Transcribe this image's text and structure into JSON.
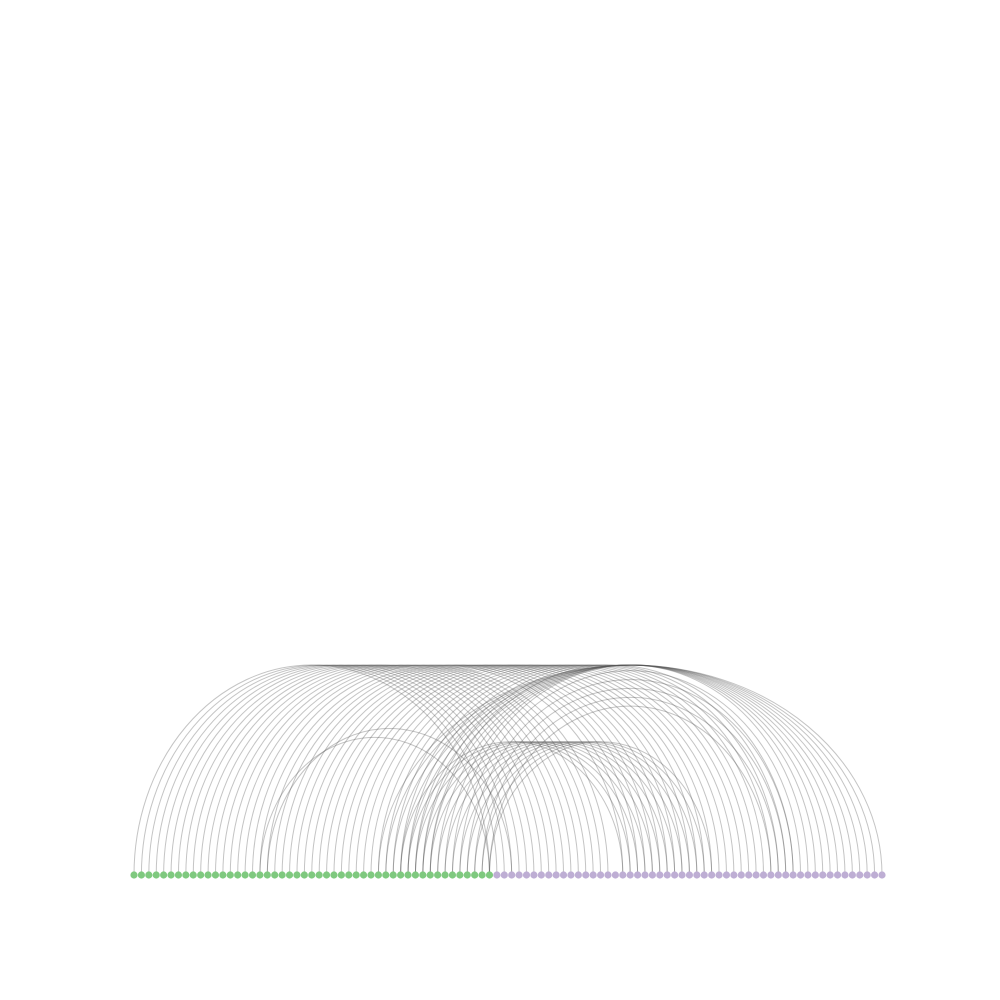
{
  "diagram": {
    "type": "arc",
    "node_count": 102,
    "groups": [
      {
        "name": "",
        "color": "#7fc97f",
        "first_index": 0,
        "last_index": 48
      },
      {
        "name": "",
        "color": "#beaed4",
        "first_index": 49,
        "last_index": 101
      }
    ],
    "edge_color": "#555555",
    "edges": [
      [
        0,
        48
      ],
      [
        1,
        49
      ],
      [
        2,
        50
      ],
      [
        3,
        51
      ],
      [
        4,
        52
      ],
      [
        5,
        53
      ],
      [
        6,
        54
      ],
      [
        7,
        55
      ],
      [
        8,
        56
      ],
      [
        9,
        57
      ],
      [
        10,
        58
      ],
      [
        11,
        59
      ],
      [
        12,
        60
      ],
      [
        13,
        61
      ],
      [
        14,
        62
      ],
      [
        15,
        63
      ],
      [
        16,
        64
      ],
      [
        17,
        48
      ],
      [
        18,
        51
      ],
      [
        17,
        66
      ],
      [
        18,
        67
      ],
      [
        19,
        68
      ],
      [
        20,
        69
      ],
      [
        21,
        70
      ],
      [
        22,
        71
      ],
      [
        23,
        72
      ],
      [
        24,
        73
      ],
      [
        25,
        74
      ],
      [
        26,
        75
      ],
      [
        27,
        76
      ],
      [
        28,
        77
      ],
      [
        29,
        78
      ],
      [
        30,
        79
      ],
      [
        31,
        80
      ],
      [
        32,
        81
      ],
      [
        33,
        82
      ],
      [
        34,
        83
      ],
      [
        35,
        84
      ],
      [
        36,
        85
      ],
      [
        37,
        86
      ],
      [
        38,
        87
      ],
      [
        39,
        88
      ],
      [
        40,
        89
      ],
      [
        33,
        101
      ],
      [
        34,
        100
      ],
      [
        35,
        99
      ],
      [
        36,
        98
      ],
      [
        37,
        97
      ],
      [
        38,
        96
      ],
      [
        39,
        95
      ],
      [
        40,
        94
      ],
      [
        41,
        93
      ],
      [
        42,
        92
      ],
      [
        43,
        91
      ],
      [
        44,
        90
      ],
      [
        45,
        89
      ],
      [
        46,
        88
      ],
      [
        47,
        87
      ],
      [
        48,
        86
      ],
      [
        36,
        66
      ],
      [
        37,
        67
      ],
      [
        38,
        68
      ],
      [
        39,
        69
      ],
      [
        40,
        70
      ],
      [
        41,
        71
      ],
      [
        42,
        72
      ],
      [
        43,
        73
      ],
      [
        44,
        74
      ],
      [
        45,
        75
      ],
      [
        46,
        76
      ],
      [
        47,
        77
      ],
      [
        48,
        78
      ]
    ]
  }
}
